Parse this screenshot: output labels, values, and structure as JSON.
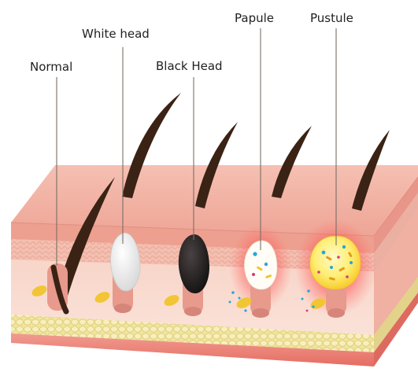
{
  "labels": {
    "normal": "Normal",
    "white_head": "White head",
    "black_head": "Black Head",
    "papule": "Papule",
    "pustule": "Pustule"
  },
  "colors": {
    "skin_top": "#f2b4a6",
    "skin_top_edge": "#e89a8c",
    "epidermis": "#f4c6b8",
    "dermis": "#f8e1d6",
    "fat_layer": "#f3e7a6",
    "muscle": "#ee8a7f",
    "hair": "#3a2314",
    "white_head": "#f4f4f4",
    "black_head": "#222222",
    "inflammation": "#ff4b4b",
    "pustule_fill": "#ffeb6b",
    "sebaceous": "#f2c534",
    "bacteria_blue": "#28a6d8"
  }
}
